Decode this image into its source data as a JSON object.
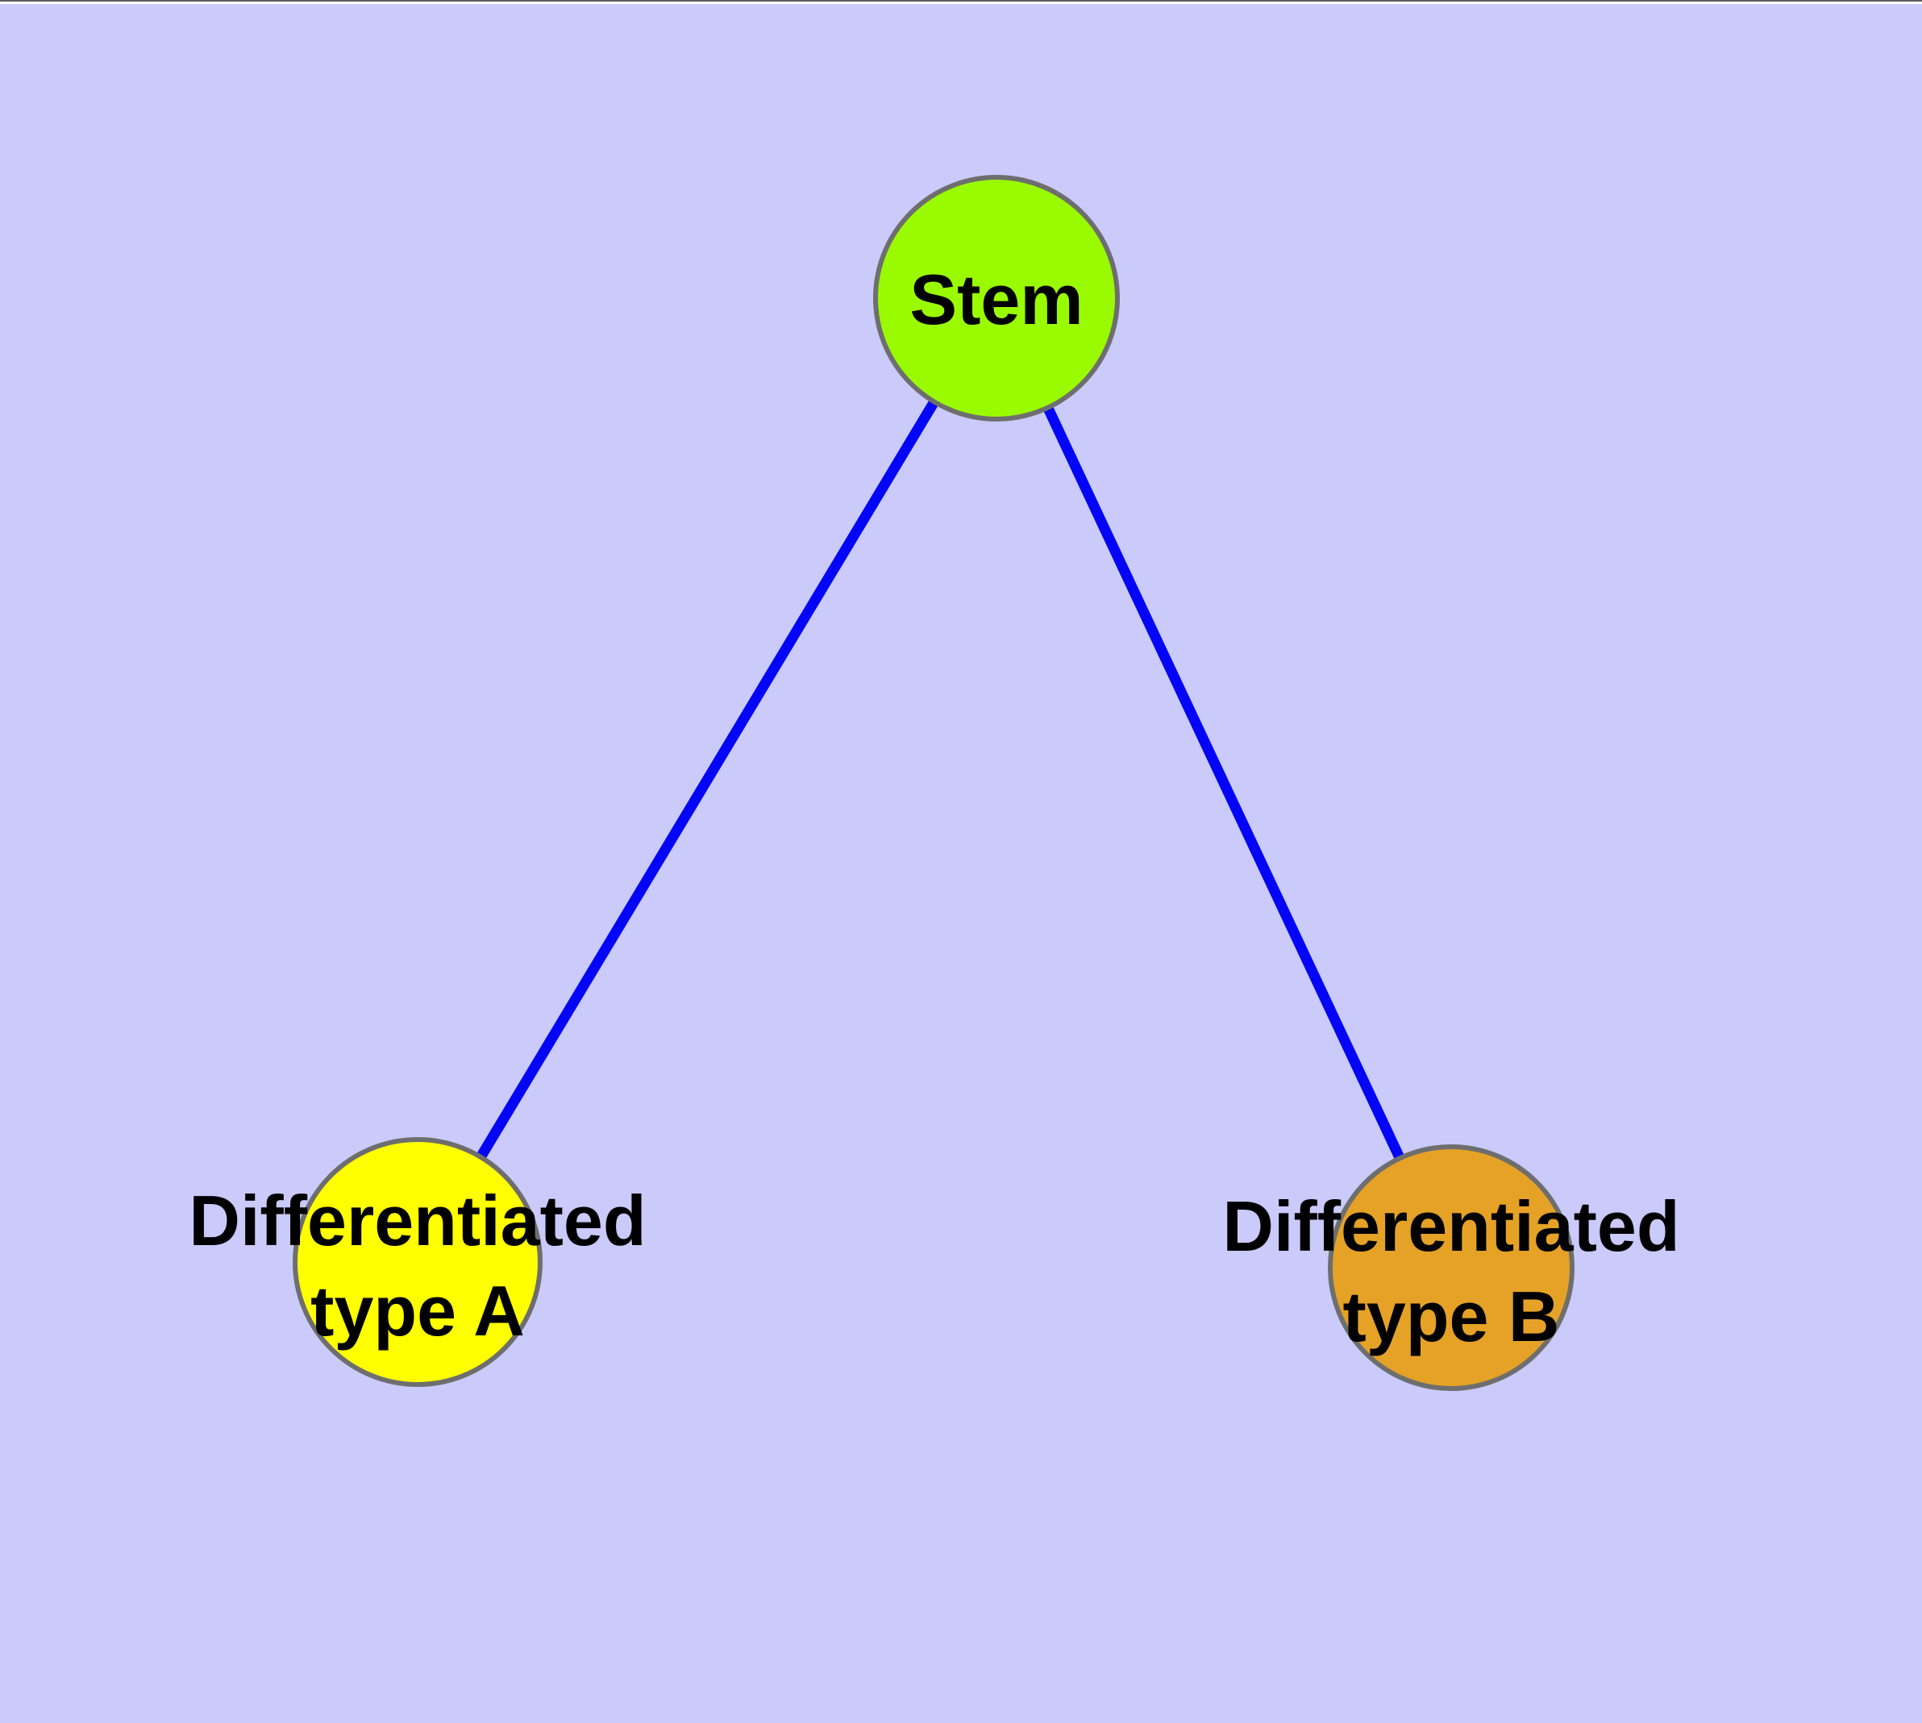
{
  "page": {
    "background": "#CACAFB",
    "top_edge_line_color": "#5E5E5E",
    "top_edge_strip_color": "#FFFFFF"
  },
  "diagram": {
    "type": "node-link-graph",
    "description": "Stem cell differentiation graph: one stem node connected to two differentiated cell type nodes",
    "edge_color": "#0404F6",
    "node_border_color": "#6E6E6E",
    "label_color": "#000000",
    "nodes": [
      {
        "id": "stem",
        "label": "Stem",
        "lines": [
          "Stem"
        ],
        "color": "#9AFB00"
      },
      {
        "id": "differentiated-type-a",
        "label": "Differentiated type A",
        "lines": [
          "Differentiated",
          "type A"
        ],
        "color": "#FFFF00"
      },
      {
        "id": "differentiated-type-b",
        "label": "Differentiated type B",
        "lines": [
          "Differentiated",
          "type B"
        ],
        "color": "#E5A226"
      }
    ],
    "edges": [
      {
        "from": "stem",
        "to": "differentiated-type-a"
      },
      {
        "from": "stem",
        "to": "differentiated-type-b"
      }
    ]
  }
}
